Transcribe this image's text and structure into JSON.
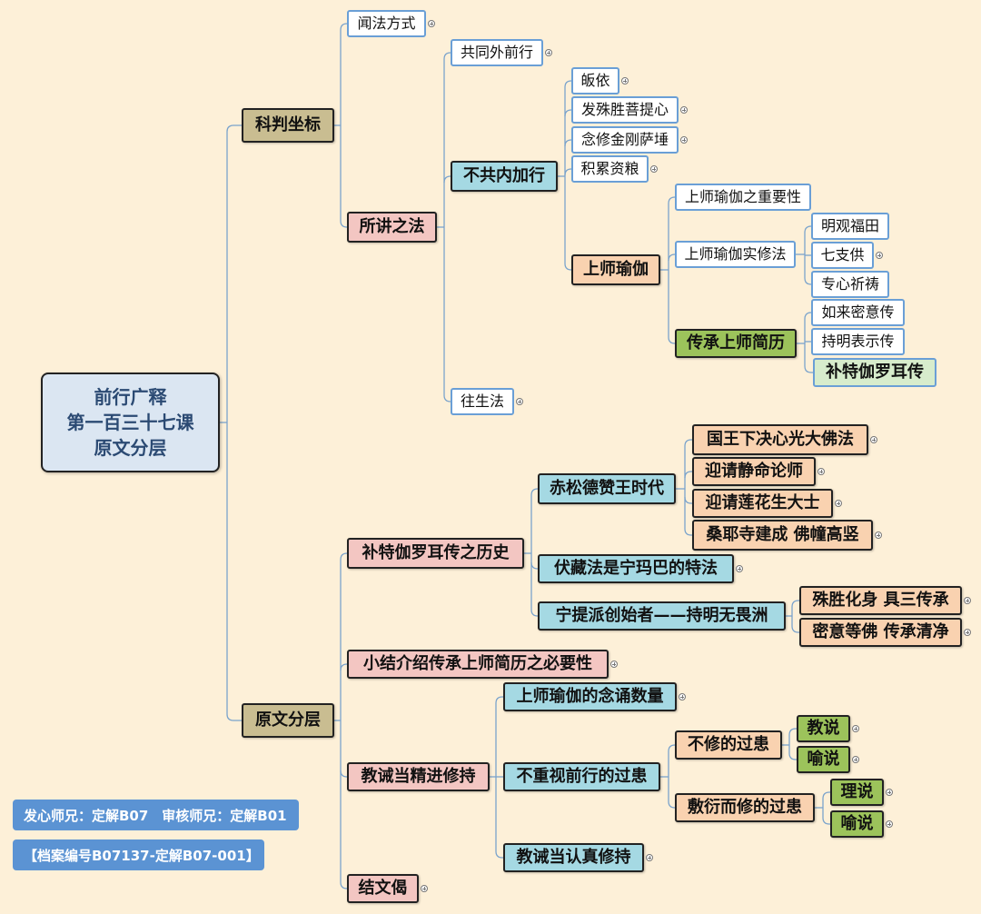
{
  "root": {
    "lines": [
      "前行广释",
      "第一百三十七课",
      "原文分层"
    ]
  },
  "nodes": {
    "kepan": "科判坐标",
    "wenfa": "闻法方式",
    "suojiang": "所讲之法",
    "gongtong": "共同外前行",
    "bugong": "不共内加行",
    "wangsheng": "往生法",
    "guiyi": "皈依",
    "fashu": "发殊胜菩提心",
    "nianxiu": "念修金刚萨埵",
    "jilei": "积累资粮",
    "shangshi": "上师瑜伽",
    "zhongyao": "上师瑜伽之重要性",
    "shixiu": "上师瑜伽实修法",
    "chuancheng": "传承上师简历",
    "mingguan": "明观福田",
    "qizhi": "七支供",
    "zhuanxin": "专心祈祷",
    "rulai": "如来密意传",
    "chiming": "持明表示传",
    "bute_leaf": "补特伽罗耳传",
    "yuanwen": "原文分层",
    "bute_hist": "补特伽罗耳传之历史",
    "xiaojie": "小结介绍传承上师简历之必要性",
    "jiaojie": "教诫当精进修持",
    "jiewen": "结文偈",
    "chisong": "赤松德赞王时代",
    "fuzang": "伏藏法是宁玛巴的特法",
    "ningti": "宁提派创始者——持明无畏洲",
    "guowang": "国王下决心光大佛法",
    "yingjing": "迎请静命论师",
    "yinglian": "迎请莲花生大士",
    "sangye": "桑耶寺建成 佛幢高竖",
    "shusheng": "殊胜化身 具三传承",
    "miyi": "密意等佛 传承清净",
    "niansong": "上师瑜伽的念诵数量",
    "buzhong": "不重视前行的过患",
    "jiaojie_ren": "教诫当认真修持",
    "buxiu": "不修的过患",
    "fuyan": "敷衍而修的过患",
    "jiaoshuo": "教说",
    "yushuo1": "喻说",
    "lishuo": "理说",
    "yushuo2": "喻说"
  },
  "footer": {
    "credits": "发心师兄：定解B07　审核师兄：定解B01",
    "archive": "【档案编号B07137-定解B07-001】"
  },
  "colors": {
    "connector": "#7aa3cc",
    "background": "#fdf0d8"
  }
}
